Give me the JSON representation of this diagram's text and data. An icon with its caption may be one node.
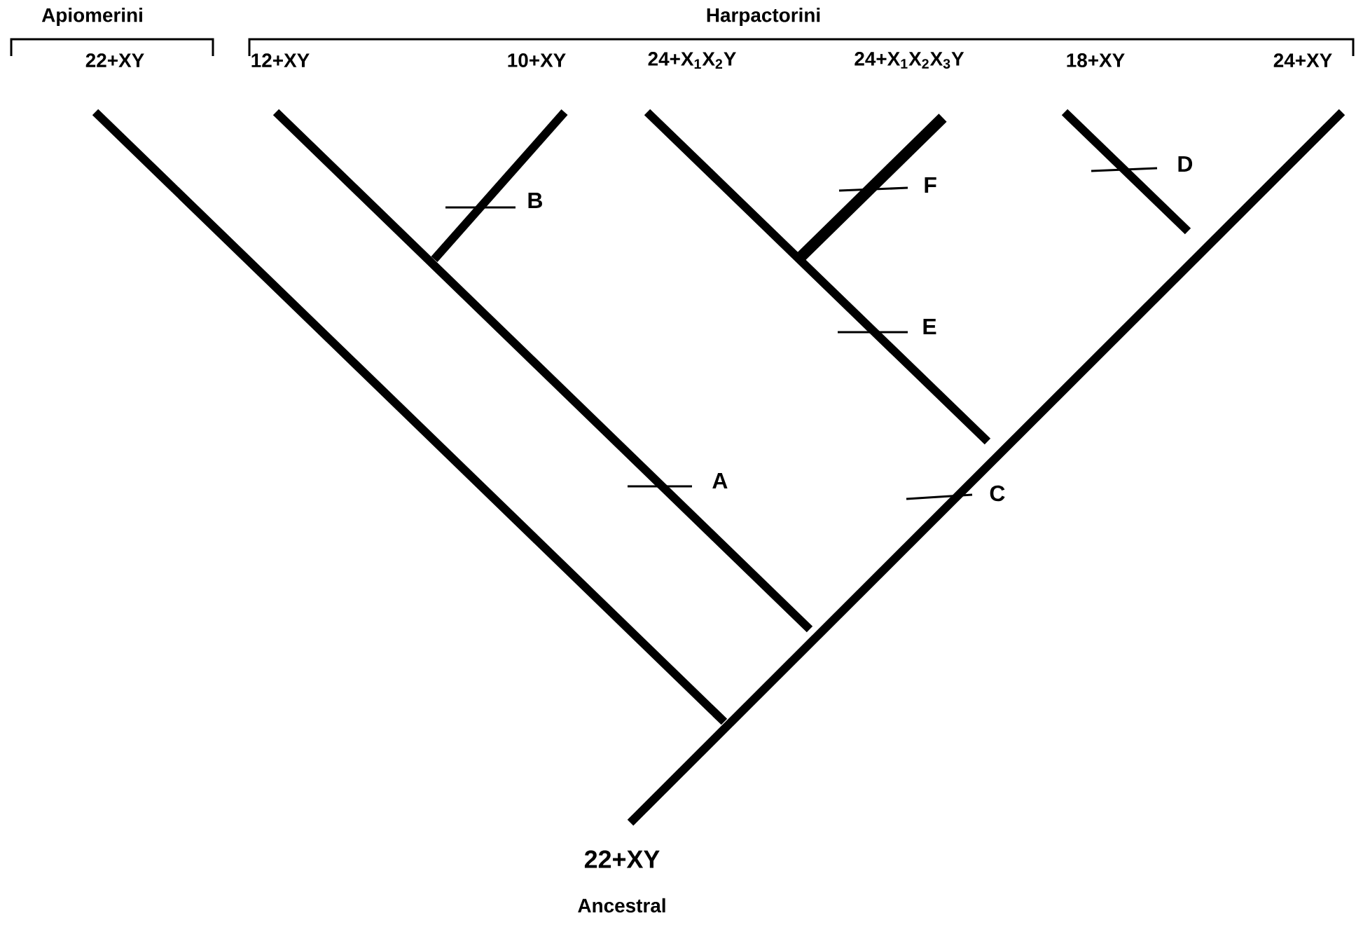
{
  "diagram": {
    "labels": [
      "Apiomerini",
      "Harpactorini",
      "22+XY",
      "12+XY",
      "10+XY",
      "24+X$_{1}$X$_{2}$Y",
      "24+X$_{1}$X$_{2}$X$_{3}$Y",
      "18+XY",
      "24+XY",
      "D",
      "F",
      "B",
      "E",
      "A",
      "C",
      "22+XY",
      "Ancestral"
    ]
  }
}
